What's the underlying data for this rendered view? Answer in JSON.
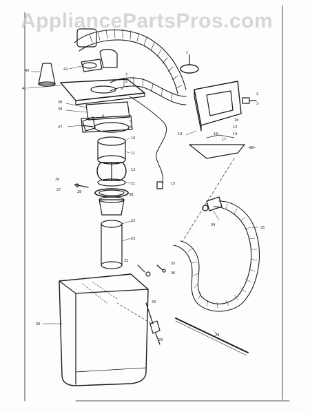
{
  "watermark": {
    "text": "AppliancePartsPros.com"
  },
  "parts": {
    "labels": [
      "1",
      "2",
      "3",
      "4",
      "5",
      "6",
      "7",
      "8",
      "9",
      "10",
      "11",
      "12",
      "13",
      "14",
      "15",
      "16",
      "17",
      "18",
      "19",
      "20",
      "21",
      "22",
      "23",
      "24",
      "25",
      "26",
      "27",
      "28",
      "29",
      "30",
      "31",
      "32",
      "33",
      "34",
      "35",
      "36",
      "37",
      "38",
      "39",
      "40",
      "41",
      "42"
    ]
  },
  "colors": {
    "ink": "#1a1a1a",
    "watermark": "#c8c8c8"
  }
}
